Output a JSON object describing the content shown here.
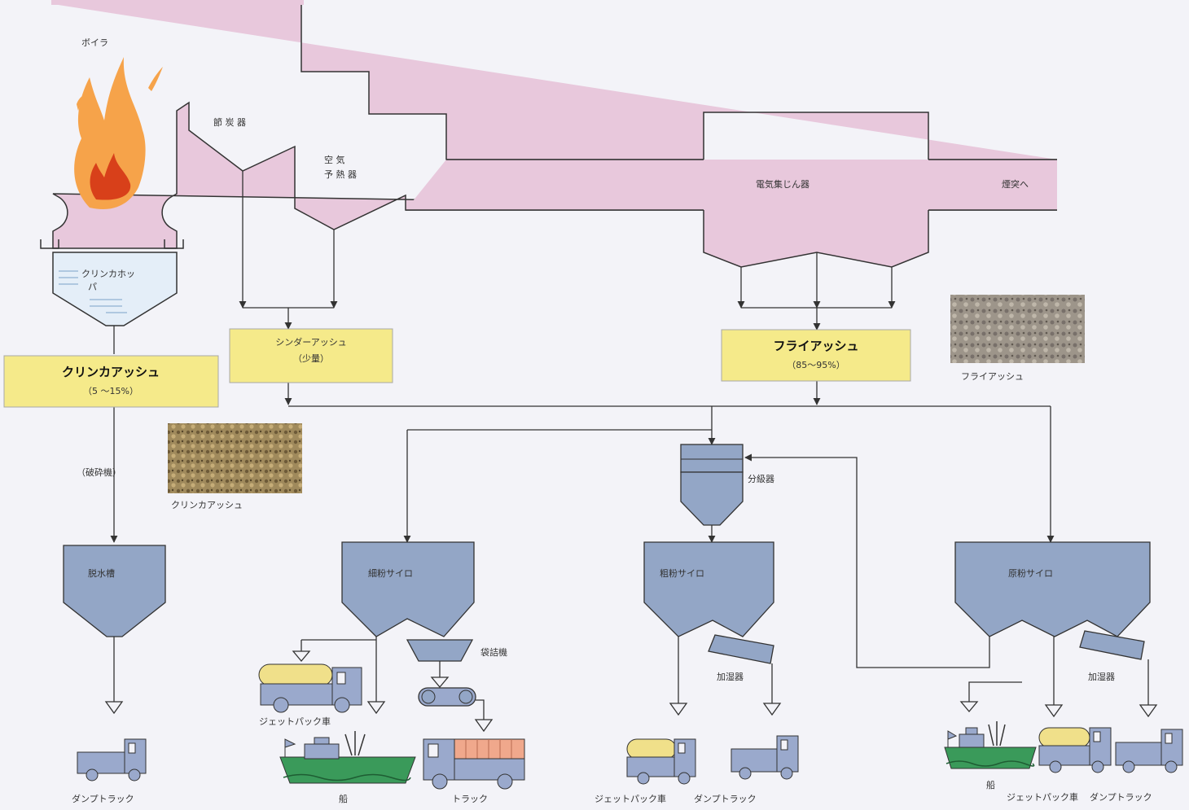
{
  "colors": {
    "boiler": "#e8c8dc",
    "silo": "#93a6c6",
    "box_yellow": "#f5ea8a",
    "box_border": "#a8a8a8",
    "line": "#555555",
    "ship": "#3a9a5a",
    "truck_body": "#9aa9cc",
    "tank_yellow": "#f0e08a",
    "cargo": "#f0a88c",
    "flame_outer": "#f6a34a",
    "flame_inner": "#d8401a",
    "hopper_water": "#e4eef8"
  },
  "labels": {
    "boiler": "ボイラ",
    "economizer": "節 炭 器",
    "air_preheater_1": "空 気",
    "air_preheater_2": "予 熱 器",
    "precipitator": "電気集じん器",
    "to_chimney": "煙突へ",
    "clinker_hopper_1": "クリンカホッ",
    "clinker_hopper_2": "パ",
    "crusher": "（破砕機）",
    "dewatering_tank": "脱水槽",
    "fine_silo": "細粉サイロ",
    "classifier": "分級器",
    "coarse_silo": "粗粉サイロ",
    "raw_silo": "原粉サイロ",
    "bagging_machine": "袋詰機",
    "humidifier_1": "加湿器",
    "humidifier_2": "加湿器",
    "jetpack_1": "ジェットパック車",
    "ship_1": "船",
    "truck": "トラック",
    "dump_truck_1": "ダンプトラック",
    "jetpack_2": "ジェットパック車",
    "dump_truck_2": "ダンプトラック",
    "ship_2": "船",
    "jetpack_3": "ジェットパック車",
    "dump_truck_3": "ダンプトラック"
  },
  "boxes": {
    "clinker_title": "クリンカアッシュ",
    "clinker_sub": "（5 ～15%）",
    "cinder_title": "シンダーアッシュ",
    "cinder_sub": "（少量）",
    "fly_title": "フライアッシュ",
    "fly_sub": "（85～95%）"
  },
  "photos": {
    "clinker_caption": "クリンカアッシュ",
    "fly_caption": "フライアッシュ"
  }
}
